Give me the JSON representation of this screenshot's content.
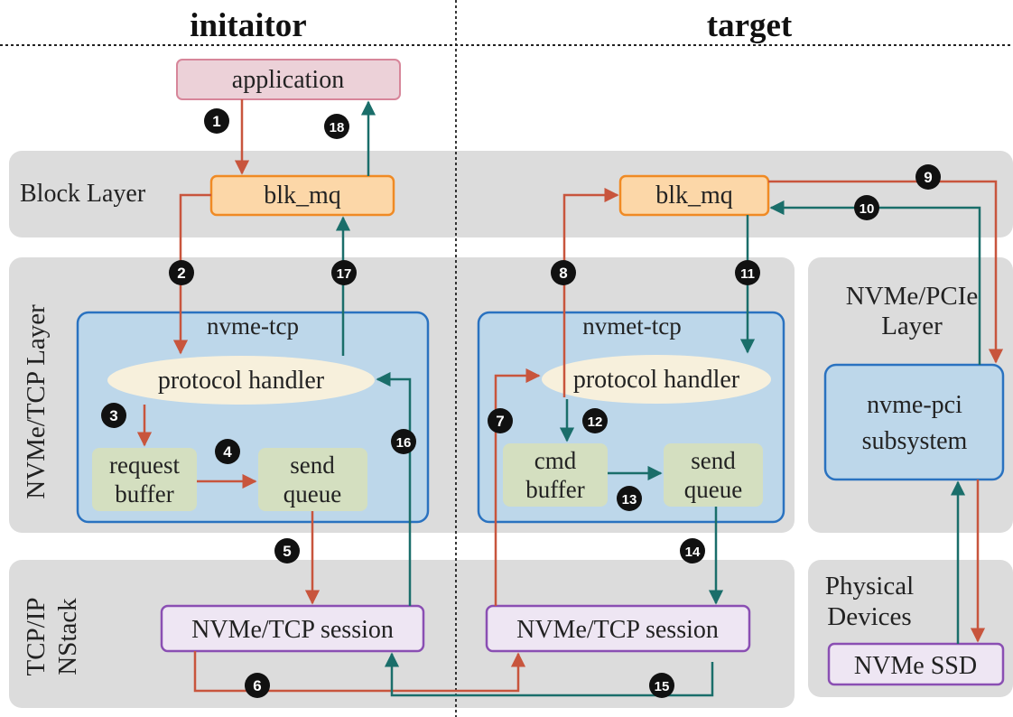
{
  "headers": {
    "left": "initaitor",
    "right": "target"
  },
  "layers": {
    "block": "Block Layer",
    "nvme_tcp": "NVMe/TCP Layer",
    "tcpip_line1": "TCP/IP",
    "tcpip_line2": "NStack",
    "pcie_line1": "NVMe/PCIe",
    "pcie_line2": "Layer",
    "phys_line1": "Physical",
    "phys_line2": "Devices"
  },
  "boxes": {
    "application": "application",
    "blk_mq_init": "blk_mq",
    "blk_mq_target": "blk_mq",
    "nvme_tcp": "nvme-tcp",
    "nvmet_tcp": "nvmet-tcp",
    "protocol_handler_init": "protocol handler",
    "protocol_handler_target": "protocol handler",
    "request_buffer_line1": "request",
    "request_buffer_line2": "buffer",
    "send_queue_init_line1": "send",
    "send_queue_init_line2": "queue",
    "cmd_buffer_line1": "cmd",
    "cmd_buffer_line2": "buffer",
    "send_queue_target_line1": "send",
    "send_queue_target_line2": "queue",
    "session_init": "NVMe/TCP session",
    "session_target": "NVMe/TCP session",
    "nvme_pci_line1": "nvme-pci",
    "nvme_pci_line2": "subsystem",
    "nvme_ssd": "NVMe SSD"
  },
  "steps": [
    "1",
    "2",
    "3",
    "4",
    "5",
    "6",
    "7",
    "8",
    "9",
    "10",
    "11",
    "12",
    "13",
    "14",
    "15",
    "16",
    "17",
    "18"
  ],
  "colors": {
    "request_arrow": "#c8553d",
    "response_arrow": "#1a6e6a",
    "layer_bg": "#dcdcdc",
    "module_bg": "#bdd7ea",
    "module_border": "#2a72c0",
    "blk_fill": "#fcd7a8",
    "blk_border": "#f08a24",
    "app_fill": "#ecd1d8",
    "app_border": "#d7869a",
    "ph_fill": "#f7f0dc",
    "buffer_fill": "#d4dfc0",
    "session_fill": "#eee6f3",
    "session_border": "#8a4fb3"
  }
}
